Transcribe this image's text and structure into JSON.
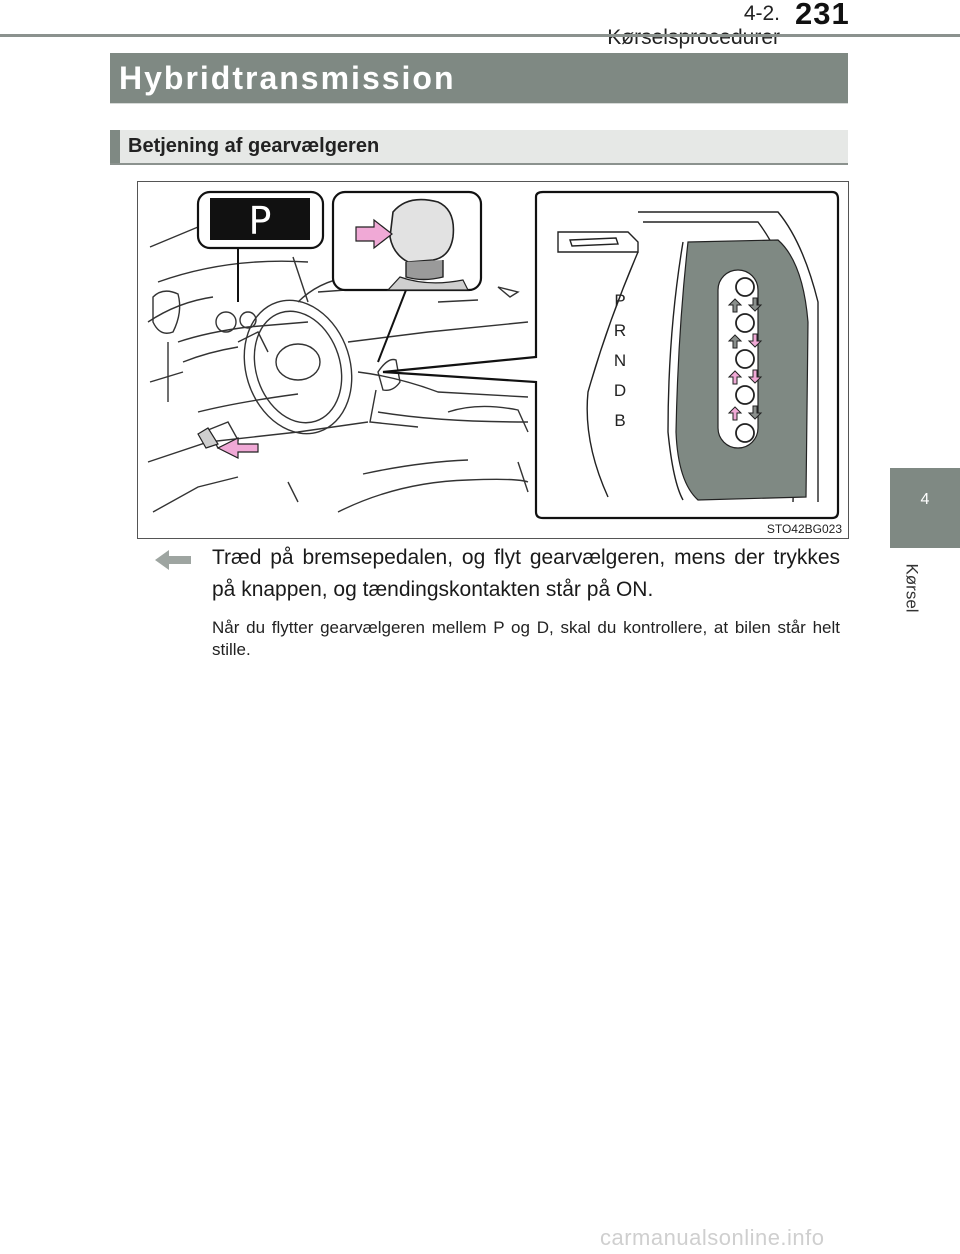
{
  "header": {
    "section": "4-2. Kørselsprocedurer",
    "page_number": "231"
  },
  "side_tab": {
    "chapter_number": "4",
    "chapter_label": "Kørsel"
  },
  "title": "Hybridtransmission",
  "subtitle": "Betjening af gearvælgeren",
  "figure": {
    "code": "STO42BG023",
    "indicator_letter": "P",
    "gear_positions": [
      "P",
      "R",
      "N",
      "D",
      "B"
    ],
    "colors": {
      "pink": "#f0a9d6",
      "gray": "#8a8f8c",
      "panel": "#7f8983"
    }
  },
  "step": {
    "text": "Træd på bremsepedalen, og flyt gearvælgeren, mens der trykkes på knappen, og tændingskontakten står på ON.",
    "note": "Når du flytter gearvælgeren mellem P og D, skal du kontrollere, at bilen står helt stille."
  },
  "watermark": "carmanualsonline.info"
}
